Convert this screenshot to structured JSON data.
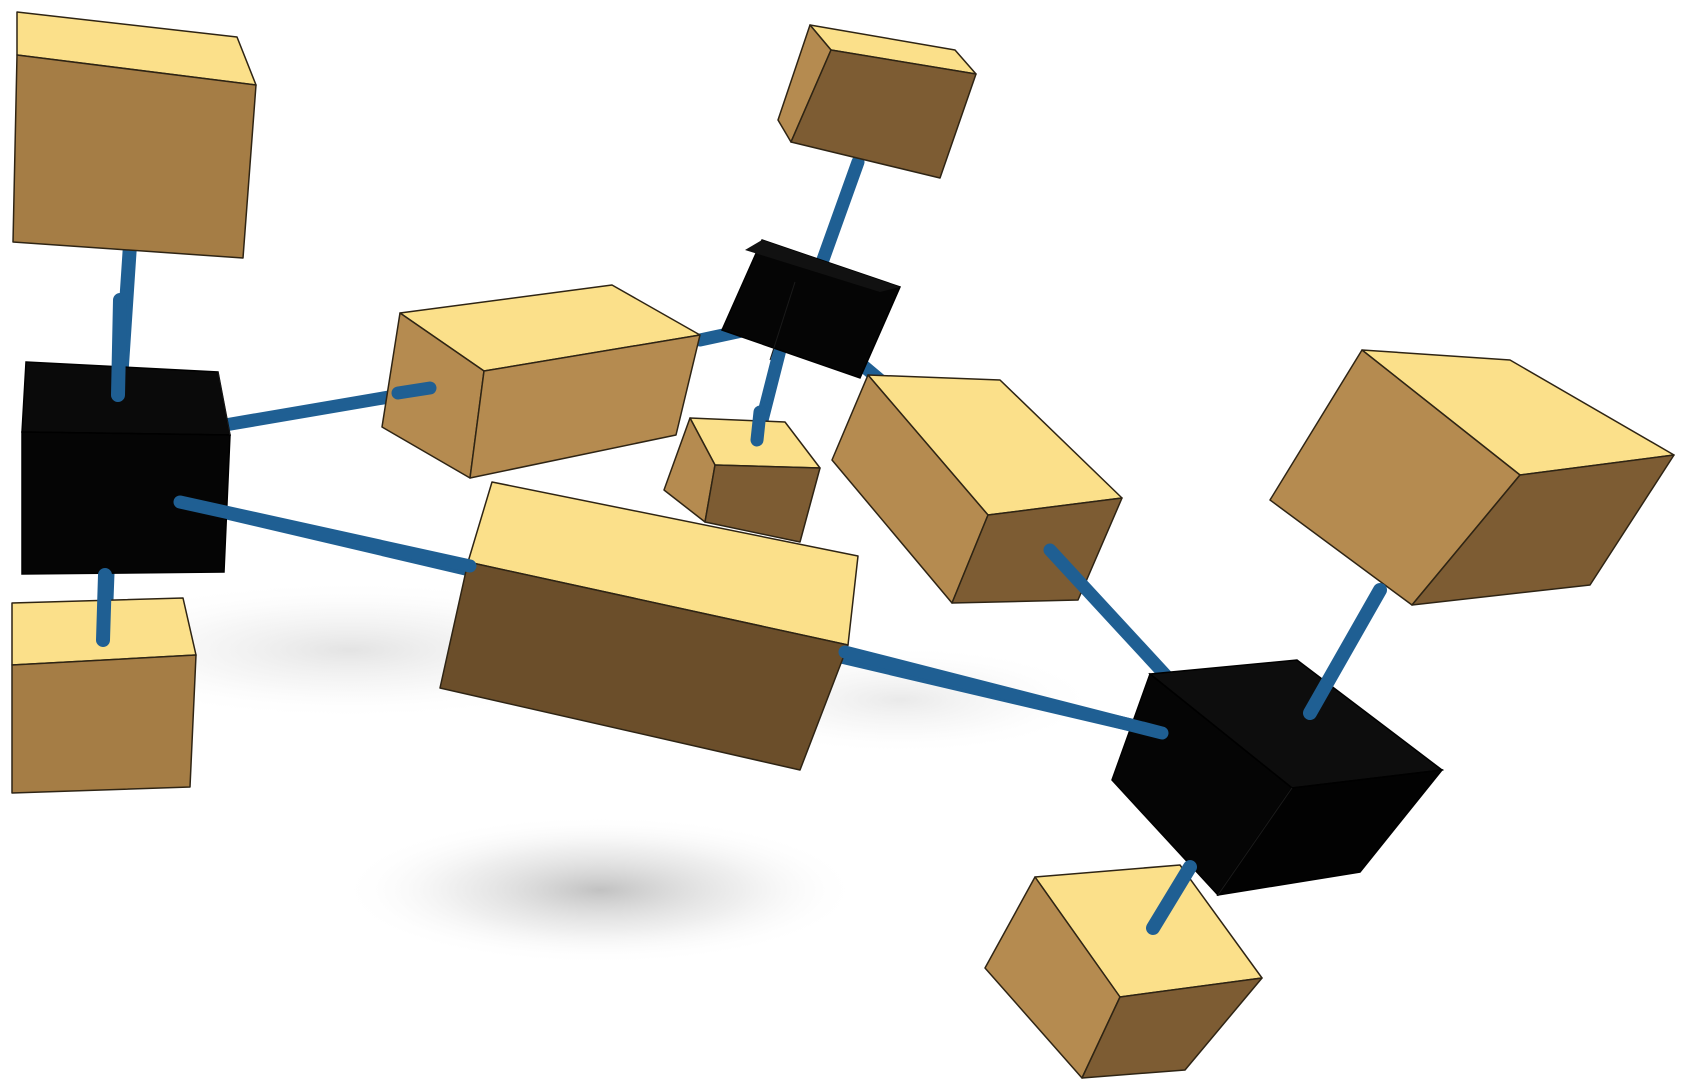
{
  "diagram": {
    "kind": "3d-network",
    "colors": {
      "background": "#ffffff",
      "link": "#1f5f93",
      "link_highlight": "#2d78b3",
      "hub_front": "#050505",
      "hub_side": "#141414",
      "hub_top": "#0c0c0c",
      "box_top": "#fbe08a",
      "box_left": "#b58b50",
      "box_right": "#7d5c33",
      "outline": "#2e2414",
      "shadow": "#9a9a9a"
    },
    "hubs": [
      {
        "id": "hub-left",
        "icon": "black-cube-icon"
      },
      {
        "id": "hub-center",
        "icon": "black-cube-icon"
      },
      {
        "id": "hub-right",
        "icon": "black-cube-icon"
      }
    ],
    "boxes": [
      {
        "id": "box-top-left",
        "icon": "tan-cube-icon"
      },
      {
        "id": "box-bottom-left",
        "icon": "tan-cube-icon"
      },
      {
        "id": "box-mid-left",
        "icon": "tan-cube-icon"
      },
      {
        "id": "box-top-center",
        "icon": "tan-cube-icon"
      },
      {
        "id": "box-small-center",
        "icon": "tan-cube-icon"
      },
      {
        "id": "box-large-center",
        "icon": "tan-cube-icon"
      },
      {
        "id": "box-mid-right",
        "icon": "tan-cube-icon"
      },
      {
        "id": "box-top-right",
        "icon": "tan-cube-icon"
      },
      {
        "id": "box-bottom-right",
        "icon": "tan-cube-icon"
      }
    ],
    "links": [
      {
        "from": "hub-left",
        "to": "box-top-left"
      },
      {
        "from": "hub-left",
        "to": "box-bottom-left"
      },
      {
        "from": "hub-left",
        "to": "box-mid-left"
      },
      {
        "from": "hub-left",
        "to": "hub-right"
      },
      {
        "from": "hub-center",
        "to": "box-mid-left"
      },
      {
        "from": "hub-center",
        "to": "box-top-center"
      },
      {
        "from": "hub-center",
        "to": "box-small-center"
      },
      {
        "from": "hub-center",
        "to": "box-mid-right"
      },
      {
        "from": "hub-right",
        "to": "box-mid-right"
      },
      {
        "from": "hub-right",
        "to": "box-top-right"
      },
      {
        "from": "hub-right",
        "to": "box-bottom-right"
      }
    ]
  }
}
